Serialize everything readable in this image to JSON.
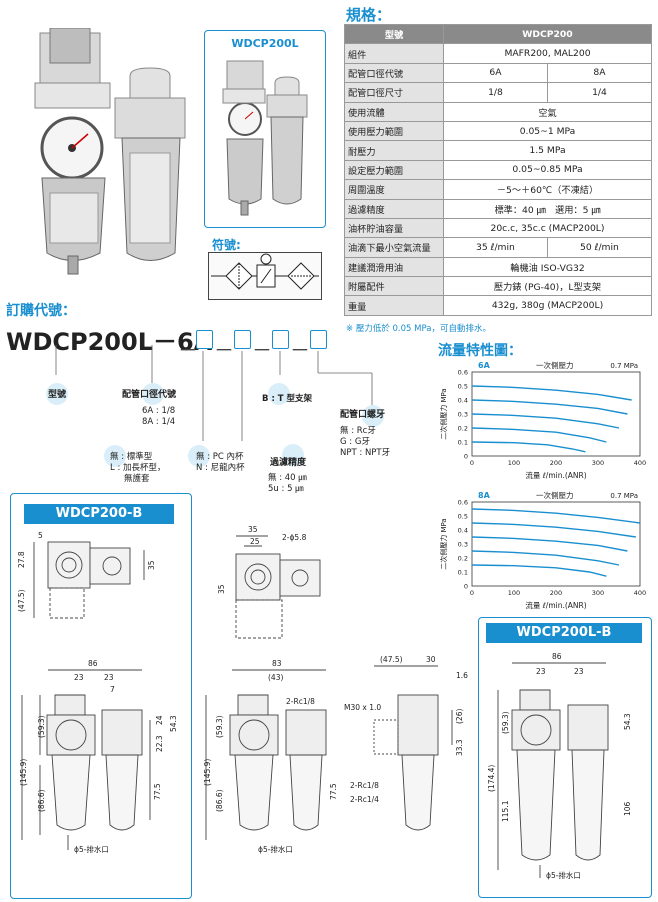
{
  "spec": {
    "title": "規格：",
    "header": {
      "label": "型號",
      "value": "WDCP200"
    },
    "rows": [
      {
        "label": "組件",
        "value": "MAFR200, MAL200"
      },
      {
        "label": "配管口徑代號",
        "a": "6A",
        "b": "8A"
      },
      {
        "label": "配管口徑尺寸",
        "a": "1/8",
        "b": "1/4"
      },
      {
        "label": "使用流體",
        "value": "空氣"
      },
      {
        "label": "使用壓力範圍",
        "value": "0.05~1 MPa"
      },
      {
        "label": "耐壓力",
        "value": "1.5 MPa"
      },
      {
        "label": "設定壓力範圍",
        "value": "0.05~0.85 MPa"
      },
      {
        "label": "周圍溫度",
        "value": "－5～＋60℃（不凍結）"
      },
      {
        "label": "過濾精度",
        "value": "標準：40 ㎛　選用：5 ㎛"
      },
      {
        "label": "油杯貯油容量",
        "value": "20c.c, 35c.c (MACP200L)"
      },
      {
        "label": "油滴下最小空氣流量",
        "a": "35 ℓ/min",
        "b": "50 ℓ/min"
      },
      {
        "label": "建議潤滑用油",
        "value": "輪機油 ISO-VG32"
      },
      {
        "label": "附屬配件",
        "value": "壓力錶 (PG-40)，L型支架"
      },
      {
        "label": "重量",
        "value": "432g, 380g (MACP200L)"
      }
    ],
    "note": "※ 壓力低於 0.05 MPa，可自動排水。"
  },
  "product": {
    "label": "WDCP200L"
  },
  "symbol": {
    "title": "符號:"
  },
  "order": {
    "title": "訂購代號：",
    "code_main": "WDCP200L－6A",
    "model": "型號",
    "port_title": "配管口徑代號",
    "port_6a": "6A : 1/8",
    "port_8a": "8A : 1/4",
    "bracket": "B : T 型支架",
    "thread_title": "配管口螺牙",
    "thread_lines": [
      "無 : Rc牙",
      "G : G牙",
      "NPT : NPT牙"
    ],
    "cup_lines": [
      "無 : 標準型",
      "L : 加長杯型，",
      "無護套"
    ],
    "bowl_lines": [
      "無 : PC 內杯",
      "N : 尼龍內杯"
    ],
    "filter_title": "過濾精度",
    "filter_lines": [
      "無 : 40 ㎛",
      "5u : 5 ㎛"
    ]
  },
  "flow": {
    "title": "流量特性圖："
  },
  "chart_data": [
    {
      "type": "line",
      "title": "一次側壓力",
      "tag": "6A",
      "pressure_label": "0.7 MPa",
      "xlabel": "流量 ℓ/min.(ANR)",
      "ylabel": "二次側壓力 MPa",
      "xlim": [
        0,
        400
      ],
      "ylim": [
        0,
        0.6
      ],
      "xticks": [
        "0",
        "100",
        "200",
        "300",
        "400"
      ],
      "yticks": [
        "0",
        "0.1",
        "0.2",
        "0.3",
        "0.4",
        "0.5",
        "0.6"
      ],
      "series": [
        {
          "x": [
            0,
            100,
            200,
            300,
            380
          ],
          "y": [
            0.5,
            0.49,
            0.47,
            0.44,
            0.4
          ]
        },
        {
          "x": [
            0,
            100,
            200,
            300,
            370
          ],
          "y": [
            0.4,
            0.39,
            0.37,
            0.34,
            0.3
          ]
        },
        {
          "x": [
            0,
            100,
            200,
            300,
            350
          ],
          "y": [
            0.3,
            0.29,
            0.27,
            0.23,
            0.2
          ]
        },
        {
          "x": [
            0,
            100,
            200,
            280,
            320
          ],
          "y": [
            0.2,
            0.19,
            0.17,
            0.13,
            0.1
          ]
        },
        {
          "x": [
            0,
            100,
            180,
            240,
            270
          ],
          "y": [
            0.1,
            0.095,
            0.08,
            0.05,
            0.03
          ]
        }
      ]
    },
    {
      "type": "line",
      "title": "一次側壓力",
      "tag": "8A",
      "pressure_label": "0.7 MPa",
      "xlabel": "流量 ℓ/min.(ANR)",
      "ylabel": "二次側壓力 MPa",
      "xlim": [
        0,
        400
      ],
      "ylim": [
        0,
        0.6
      ],
      "xticks": [
        "0",
        "100",
        "200",
        "300",
        "400"
      ],
      "yticks": [
        "0",
        "0.1",
        "0.2",
        "0.3",
        "0.4",
        "0.5",
        "0.6"
      ],
      "series": [
        {
          "x": [
            0,
            100,
            200,
            300,
            400
          ],
          "y": [
            0.55,
            0.54,
            0.52,
            0.49,
            0.45
          ]
        },
        {
          "x": [
            0,
            100,
            200,
            300,
            390
          ],
          "y": [
            0.45,
            0.44,
            0.42,
            0.39,
            0.35
          ]
        },
        {
          "x": [
            0,
            100,
            200,
            300,
            370
          ],
          "y": [
            0.35,
            0.34,
            0.32,
            0.29,
            0.25
          ]
        },
        {
          "x": [
            0,
            100,
            200,
            300,
            350
          ],
          "y": [
            0.25,
            0.24,
            0.22,
            0.18,
            0.15
          ]
        },
        {
          "x": [
            0,
            100,
            200,
            280,
            320
          ],
          "y": [
            0.15,
            0.145,
            0.13,
            0.1,
            0.07
          ]
        }
      ]
    }
  ],
  "dims": {
    "wdcp200b": "WDCP200-B",
    "wdcp200lb": "WDCP200L-B",
    "t_5": "5",
    "t_278": "27.8",
    "t_475": "(47.5)",
    "t_35a": "35",
    "t_35top": "35",
    "t_25": "25",
    "t_phi58": "2-ϕ5.8",
    "t_35side": "35",
    "t_86": "86",
    "t_23a": "23",
    "t_23b": "23",
    "t_7": "7",
    "t_593": "(59.3)",
    "t_24": "24",
    "t_223": "22.3",
    "t_543": "54.3",
    "t_1459": "(145.9)",
    "t_866": "(86.6)",
    "t_775": "77.5",
    "t_drain": "ϕ5-排水口",
    "t_83": "83",
    "t_43": "(43)",
    "t_rc18": "2-Rc1/8",
    "t_593b": "(59.3)",
    "t_1459b": "(145.9)",
    "t_866b": "(86.6)",
    "t_775b": "77.5",
    "t_drainb": "ϕ5-排水口",
    "t_475b": "(47.5)",
    "t_30": "30",
    "t_16": "1.6",
    "t_m30": "M30 x 1.0",
    "t_26": "(26)",
    "t_333": "33.3",
    "t_rc18b": "2-Rc1/8",
    "t_rc14": "2-Rc1/4",
    "t_86c": "86",
    "t_23c": "23",
    "t_23d": "23",
    "t_593c": "(59.3)",
    "t_543c": "54.3",
    "t_1744": "(174.4)",
    "t_1151": "115.1",
    "t_106": "106",
    "t_drainc": "ϕ5-排水口"
  }
}
